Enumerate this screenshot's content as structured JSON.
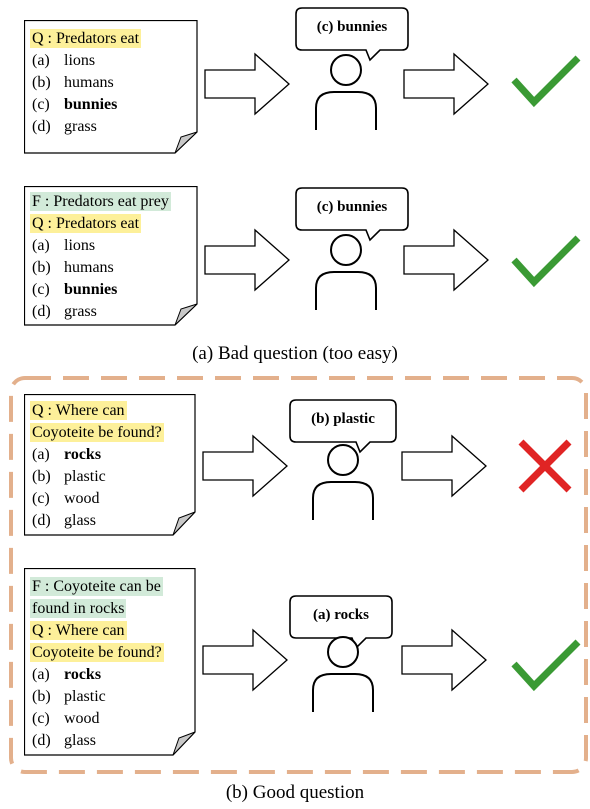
{
  "panel_a": {
    "rows": [
      {
        "lines": [
          {
            "text": "Q : Predators eat",
            "highlight": "q"
          },
          {
            "letter": "(a)",
            "text": "lions",
            "bold": false
          },
          {
            "letter": "(b)",
            "text": "humans",
            "bold": false
          },
          {
            "letter": "(c)",
            "text": "bunnies",
            "bold": true
          },
          {
            "letter": "(d)",
            "text": "grass",
            "bold": false
          }
        ],
        "answer": "(c) bunnies",
        "result": "check"
      },
      {
        "lines": [
          {
            "text": "F : Predators eat prey",
            "highlight": "f"
          },
          {
            "text": "Q : Predators eat",
            "highlight": "q"
          },
          {
            "letter": "(a)",
            "text": "lions",
            "bold": false
          },
          {
            "letter": "(b)",
            "text": "humans",
            "bold": false
          },
          {
            "letter": "(c)",
            "text": "bunnies",
            "bold": true
          },
          {
            "letter": "(d)",
            "text": "grass",
            "bold": false
          }
        ],
        "answer": "(c) bunnies",
        "result": "check"
      }
    ],
    "caption": "(a) Bad question (too easy)"
  },
  "panel_b": {
    "rows": [
      {
        "lines": [
          {
            "text": "Q : Where can",
            "highlight": "q"
          },
          {
            "text": "Coyoteite be found?",
            "highlight": "q"
          },
          {
            "letter": "(a)",
            "text": "rocks",
            "bold": true
          },
          {
            "letter": "(b)",
            "text": "plastic",
            "bold": false
          },
          {
            "letter": "(c)",
            "text": "wood",
            "bold": false
          },
          {
            "letter": "(d)",
            "text": "glass",
            "bold": false
          }
        ],
        "answer": "(b) plastic",
        "result": "cross"
      },
      {
        "lines": [
          {
            "text": "F : Coyoteite can be",
            "highlight": "f"
          },
          {
            "text": "found in rocks",
            "highlight": "f"
          },
          {
            "text": "Q : Where can",
            "highlight": "q"
          },
          {
            "text": "Coyoteite be found?",
            "highlight": "q"
          },
          {
            "letter": "(a)",
            "text": "rocks",
            "bold": true
          },
          {
            "letter": "(b)",
            "text": "plastic",
            "bold": false
          },
          {
            "letter": "(c)",
            "text": "wood",
            "bold": false
          },
          {
            "letter": "(d)",
            "text": "glass",
            "bold": false
          }
        ],
        "answer": "(a) rocks",
        "result": "check"
      }
    ],
    "caption": "(b) Good question"
  },
  "colors": {
    "highlight_question": "#fdf09a",
    "highlight_fact": "#d2ead9",
    "check": "#3a9a34",
    "cross": "#e02424",
    "dashed_border": "#e3b08c"
  }
}
